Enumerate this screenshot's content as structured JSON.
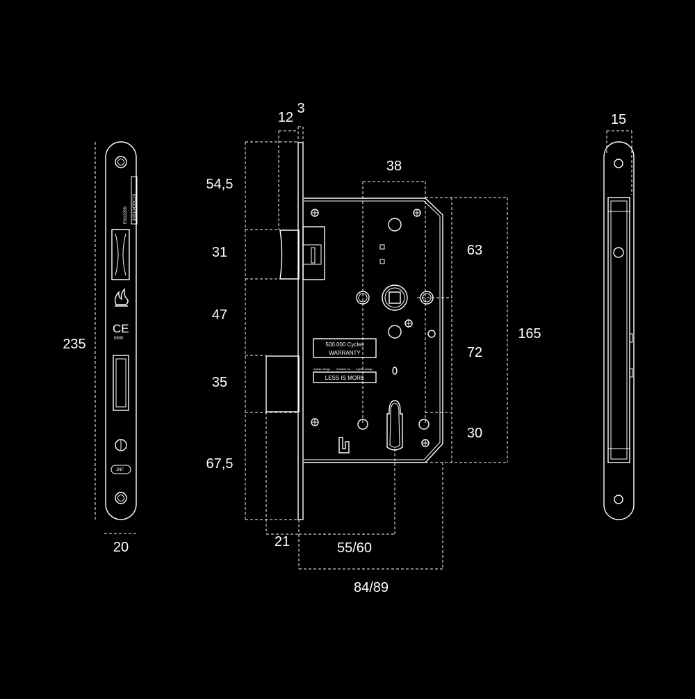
{
  "colors": {
    "background": "#000000",
    "line": "#ffffff"
  },
  "dimensions": {
    "total_height": "235",
    "faceplate_width": "20",
    "latch_offset": "12",
    "faceplate_thickness": "3",
    "top_offset": "54,5",
    "latch_height": "31",
    "gap_height": "47",
    "bolt_height": "35",
    "bottom_offset": "67,5",
    "backset_spacing": "38",
    "case_upper": "63",
    "case_middle": "72",
    "case_lower": "30",
    "case_height": "165",
    "bolt_projection": "21",
    "backset": "55/60",
    "case_depth": "84/89",
    "side_width": "15"
  },
  "labels": {
    "warranty_cycles": "500.000 Cycles",
    "warranty": "WARRANTY",
    "less_is_more": "LESS IS MORE",
    "ce_mark": "CE",
    "ce_number": "0905",
    "standard": "EN12209",
    "code": "3X61043BC20",
    "brand_badge": "JNF",
    "fine_print_left": "Ayildiz design",
    "fine_print_mid": "Suitable for",
    "fine_print_right": "Ayildiz design"
  }
}
